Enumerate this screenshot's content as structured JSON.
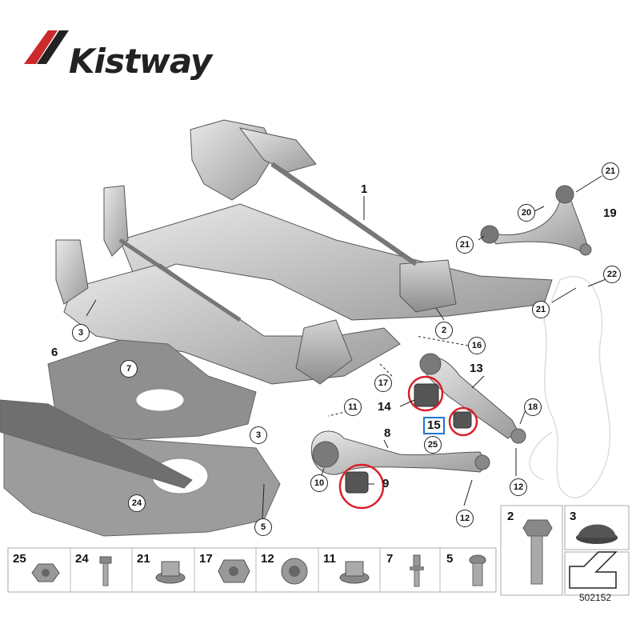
{
  "brand": {
    "name": "Kistway"
  },
  "drawing_number": "502152",
  "callouts": {
    "c1": "1",
    "c2": "2",
    "c3a": "3",
    "c3b": "3",
    "c5": "5",
    "c6": "6",
    "c7": "7",
    "c8": "8",
    "c9": "9",
    "c10": "10",
    "c11": "11",
    "c12a": "12",
    "c12b": "12",
    "c13": "13",
    "c14": "14",
    "c15": "15",
    "c16": "16",
    "c17": "17",
    "c18": "18",
    "c19": "19",
    "c20": "20",
    "c21a": "21",
    "c21b": "21",
    "c21c": "21",
    "c22": "22",
    "c24": "24",
    "c25": "25"
  },
  "legend": [
    "25",
    "24",
    "21",
    "17",
    "12",
    "11",
    "7",
    "5"
  ],
  "legend_right": [
    "2",
    "3"
  ],
  "highlight_color": "#d9202a",
  "label_box_color": "#1e73d6"
}
